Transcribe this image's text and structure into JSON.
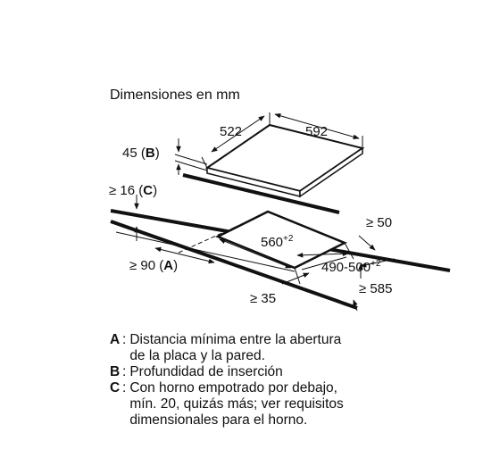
{
  "title": "Dimensiones en mm",
  "dimensions": {
    "depth": "522",
    "width": "592",
    "b_value": "45",
    "b_letter": "B",
    "c_value": "16",
    "c_letter": "C",
    "a_value": "90",
    "a_letter": "A",
    "ge": "≥",
    "cutout_width": "560",
    "cutout_width_tol": "+2",
    "cutout_depth": "490-500",
    "cutout_depth_tol": "+2",
    "side_clearance_right": "50",
    "front_clearance": "35",
    "worktop_depth": "585"
  },
  "legend": [
    {
      "key": "A",
      "text": "Distancia mínima entre la abertura\nde la placa y la pared."
    },
    {
      "key": "B",
      "text": "Profundidad de inserción"
    },
    {
      "key": "C",
      "text": "Con horno empotrado por debajo,\nmín. 20, quizás más; ver requisitos\ndimensionales para el horno."
    }
  ]
}
